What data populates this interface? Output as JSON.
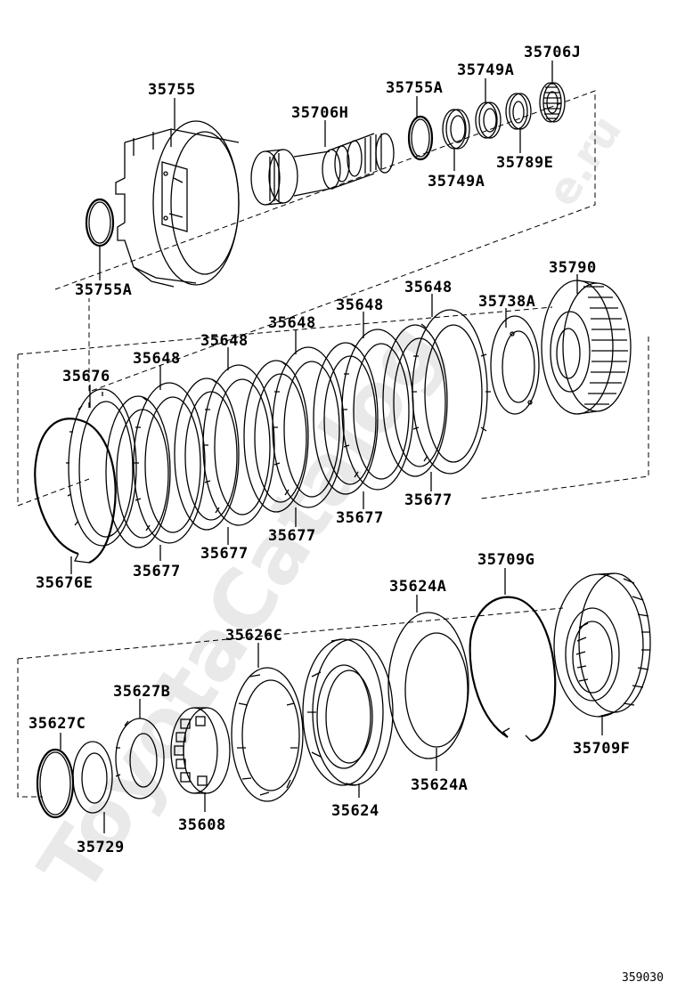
{
  "watermark": {
    "main": "ToyotaCatalog",
    "domain": "e.ru"
  },
  "diagram_number": "359030",
  "labels": {
    "p35755": "35755",
    "p35706H": "35706H",
    "p35755A_top": "35755A",
    "p35749A_top": "35749A",
    "p35706J": "35706J",
    "p35789E": "35789E",
    "p35749A_bot": "35749A",
    "p35755A_left": "35755A",
    "p35790": "35790",
    "p35738A": "35738A",
    "p35648_a": "35648",
    "p35648_b": "35648",
    "p35648_c": "35648",
    "p35648_d": "35648",
    "p35648_e": "35648",
    "p35676": "35676",
    "p35676E": "35676E",
    "p35677_a": "35677",
    "p35677_b": "35677",
    "p35677_c": "35677",
    "p35677_d": "35677",
    "p35677_e": "35677",
    "p35709G": "35709G",
    "p35624A_top": "35624A",
    "p35626C": "35626C",
    "p35627B": "35627B",
    "p35627C": "35627C",
    "p35729": "35729",
    "p35608": "35608",
    "p35624": "35624",
    "p35624A_bot": "35624A",
    "p35709F": "35709F"
  }
}
